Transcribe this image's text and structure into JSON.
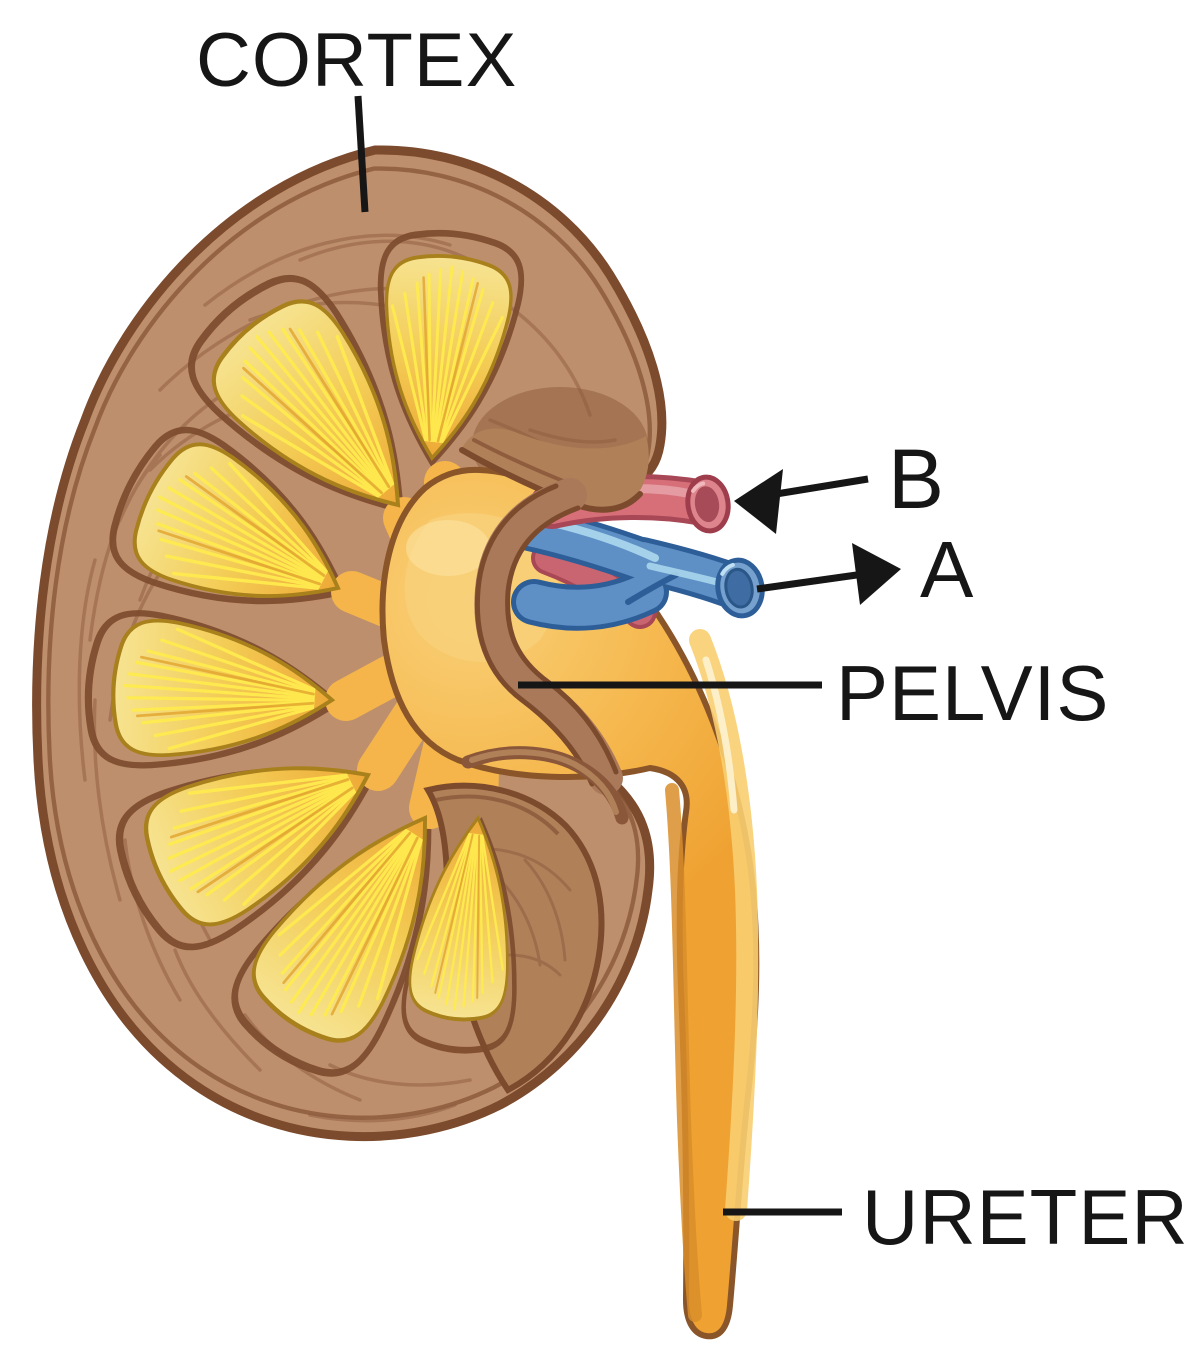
{
  "figure": {
    "kind": "kidney-cross-section-diagram",
    "background": "#ffffff",
    "labels": {
      "cortex": "CORTEX",
      "vessel_b": "B",
      "vessel_a": "A",
      "pelvis": "PELVIS",
      "ureter": "URETER"
    },
    "colors": {
      "label_text": "#161616",
      "leader_line": "#161616",
      "cortex_fill": "#BE8F6C",
      "capsule_stroke": "#7C4A2C",
      "texture_line": "#8F5D41",
      "pyramid_top": "#F6E391",
      "pyramid_mid": "#F3CC55",
      "pyramid_base": "#EEA836",
      "pyramid_outline": "#A8811C",
      "pyramid_ray": "#FFEB4F",
      "pelvis_fill": "#F5B54A",
      "pelvis_highlight": "#F8D079",
      "pelvis_outline": "#8A5528",
      "ureter_shade": "#D98E2A",
      "artery_fill": "#D76F78",
      "artery_outline": "#A84755",
      "vein_fill": "#5E90C6",
      "vein_outline": "#2E5E97",
      "vein_highlight": "#A9D6EC"
    }
  }
}
